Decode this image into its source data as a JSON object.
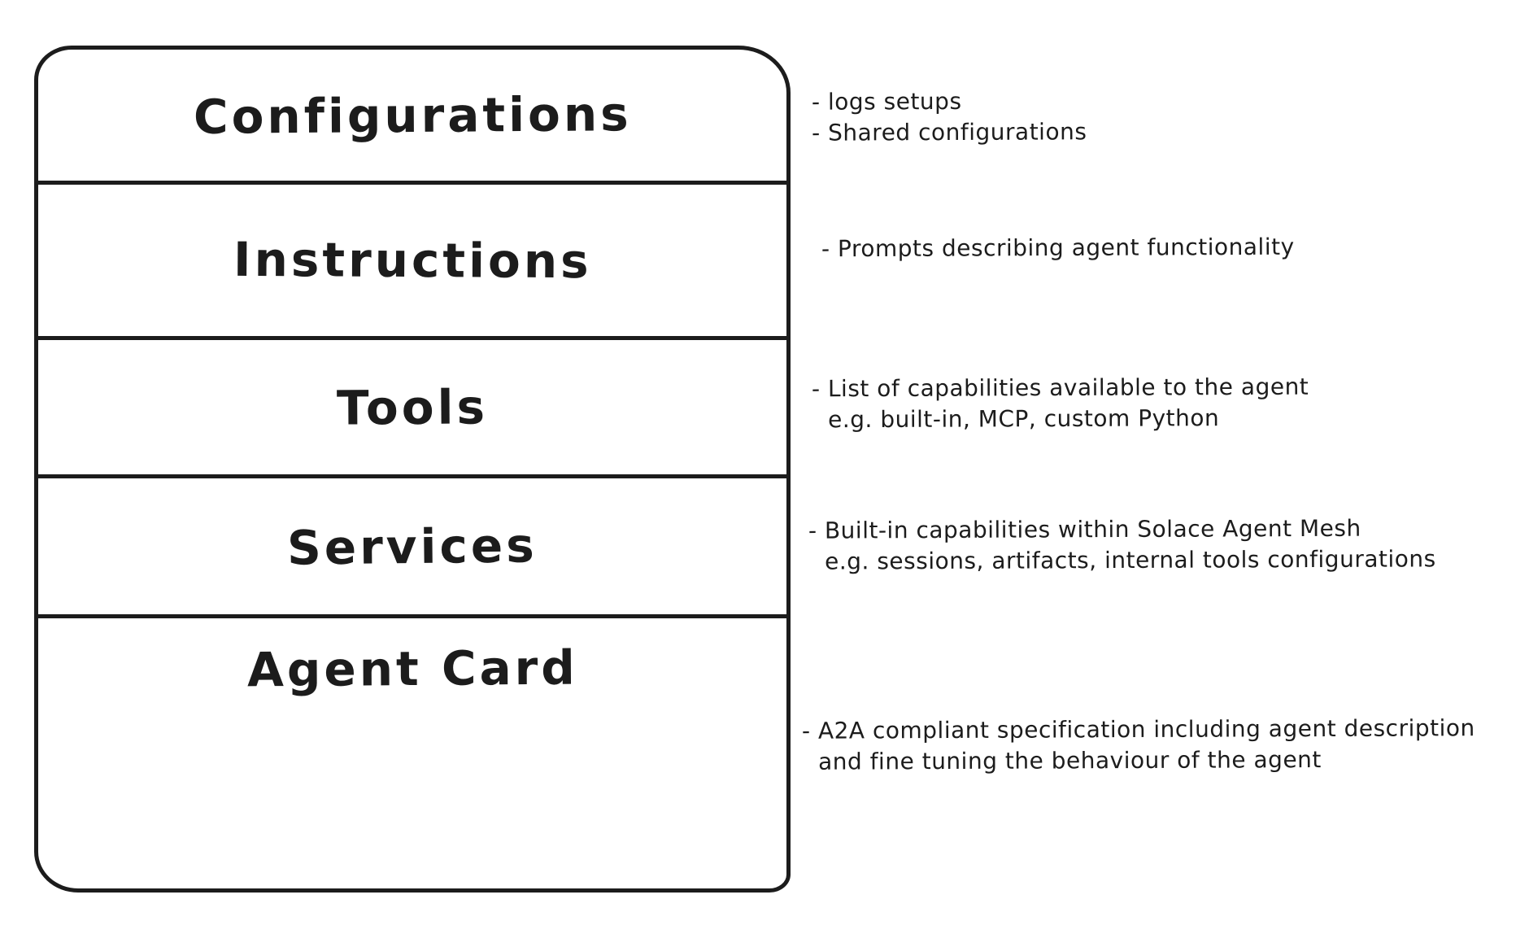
{
  "colors": {
    "ink": "#1c1c1c",
    "background": "#ffffff"
  },
  "box": {
    "sections": [
      {
        "label": "Configurations"
      },
      {
        "label": "Instructions"
      },
      {
        "label": "Tools"
      },
      {
        "label": "Services"
      },
      {
        "label": "Agent Card"
      }
    ]
  },
  "annotations": [
    {
      "lines": [
        "- logs setups",
        "- Shared configurations"
      ]
    },
    {
      "lines": [
        "- Prompts describing agent functionality"
      ]
    },
    {
      "lines": [
        "- List of capabilities available to the agent",
        "e.g. built-in, MCP, custom Python"
      ]
    },
    {
      "lines": [
        "- Built-in capabilities within Solace Agent Mesh",
        "e.g. sessions, artifacts, internal tools configurations"
      ]
    },
    {
      "lines": [
        "- A2A compliant specification including agent description",
        "and fine tuning the behaviour of the agent"
      ]
    }
  ]
}
